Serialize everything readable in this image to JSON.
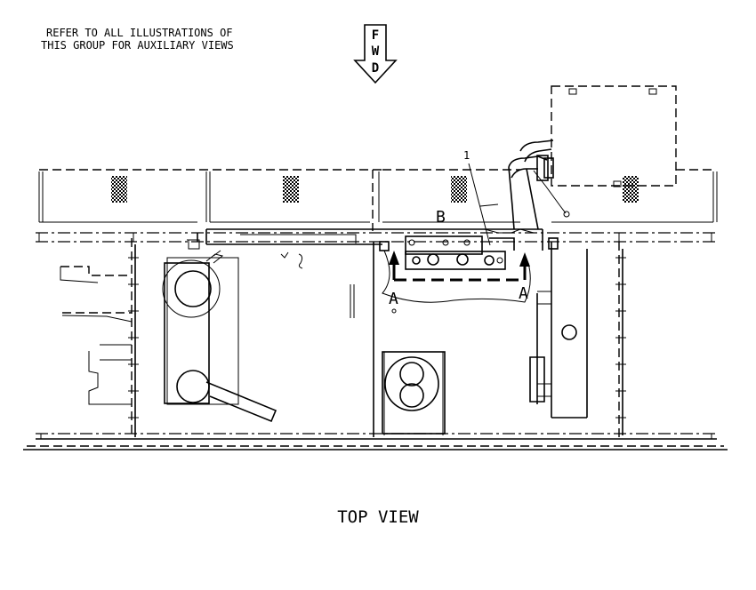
{
  "note": {
    "line1": "REFER TO ALL ILLUSTRATIONS OF",
    "line2": "THIS GROUP FOR AUXILIARY VIEWS"
  },
  "fwd_arrow": {
    "letters": [
      "F",
      "W",
      "D"
    ]
  },
  "callouts": {
    "item_number": "1",
    "detail_b": "B",
    "view_a_left": "A",
    "view_a_right": "A"
  },
  "view_title": "TOP VIEW",
  "colors": {
    "line": "#000000",
    "background": "#ffffff"
  }
}
